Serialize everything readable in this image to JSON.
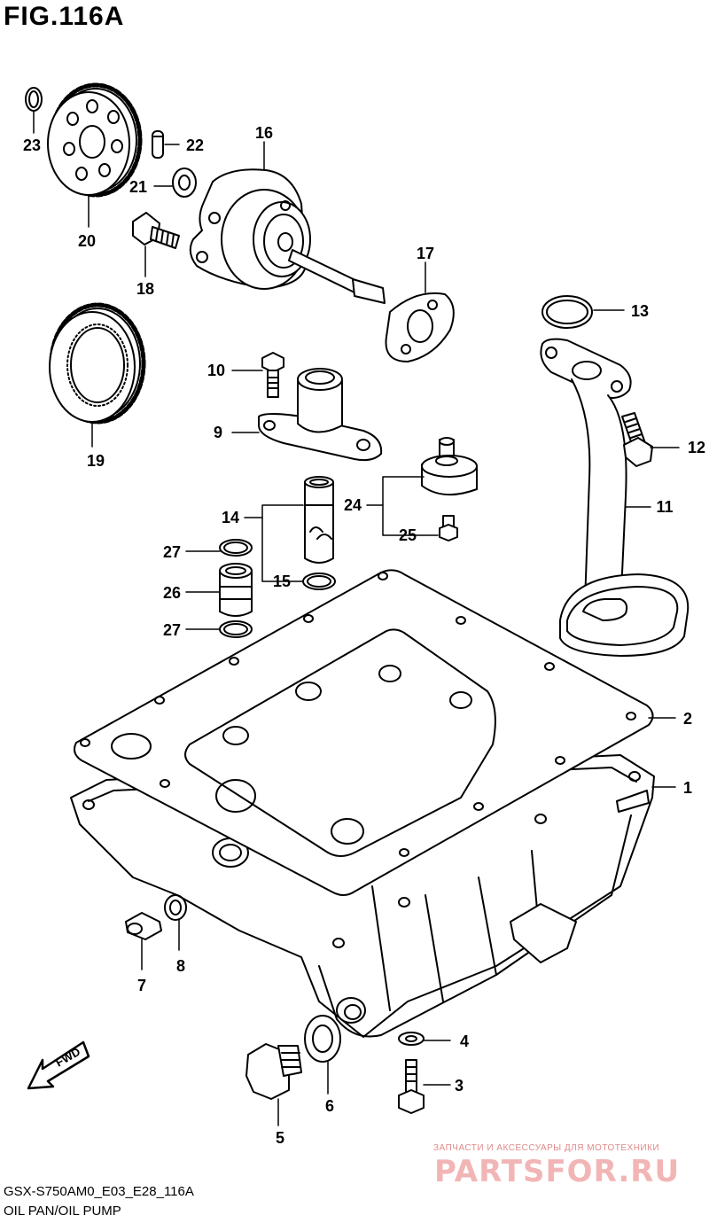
{
  "figure": {
    "title": "FIG.116A",
    "code": "GSX-S750AM0_E03_E28_116A",
    "name": "OIL PAN/OIL PUMP"
  },
  "watermark": {
    "line1": "ЗАПЧАСТИ И АКСЕССУАРЫ ДЛЯ МОТОТЕХНИКИ",
    "line2": "PARTSFOR.RU"
  },
  "fwd_label": "FWD",
  "callouts": {
    "p1": "1",
    "p2": "2",
    "p3": "3",
    "p4": "4",
    "p5": "5",
    "p6": "6",
    "p7": "7",
    "p8": "8",
    "p9": "9",
    "p10": "10",
    "p11": "11",
    "p12": "12",
    "p13": "13",
    "p14": "14",
    "p15": "15",
    "p16": "16",
    "p17": "17",
    "p18": "18",
    "p19": "19",
    "p20": "20",
    "p21": "21",
    "p22": "22",
    "p23": "23",
    "p24": "24",
    "p25": "25",
    "p26": "26",
    "p27a": "27",
    "p27b": "27"
  }
}
